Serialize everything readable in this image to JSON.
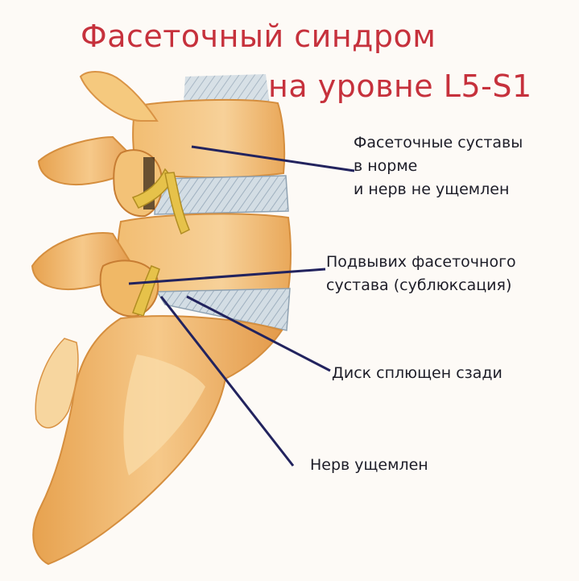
{
  "title": {
    "line1": "Фасеточный синдром",
    "line2": "на уровне L5-S1"
  },
  "labels": {
    "normal_joints": [
      "Фасеточные суставы",
      "в норме",
      "и нерв не ущемлен"
    ],
    "subluxation": [
      "Подвывих фасеточного",
      "сустава (сублюксация)"
    ],
    "disc": "Диск сплющен сзади",
    "nerve": "Нерв ущемлен"
  },
  "colors": {
    "title": "#c6313c",
    "label_text": "#1d1d28",
    "pointer_line": "#22235e",
    "bone": "#f0b96a",
    "bone_dark": "#d98a3a",
    "bone_light": "#fbe0b0",
    "disc": "#c9d4dc",
    "nerve": "#e8c44a"
  }
}
